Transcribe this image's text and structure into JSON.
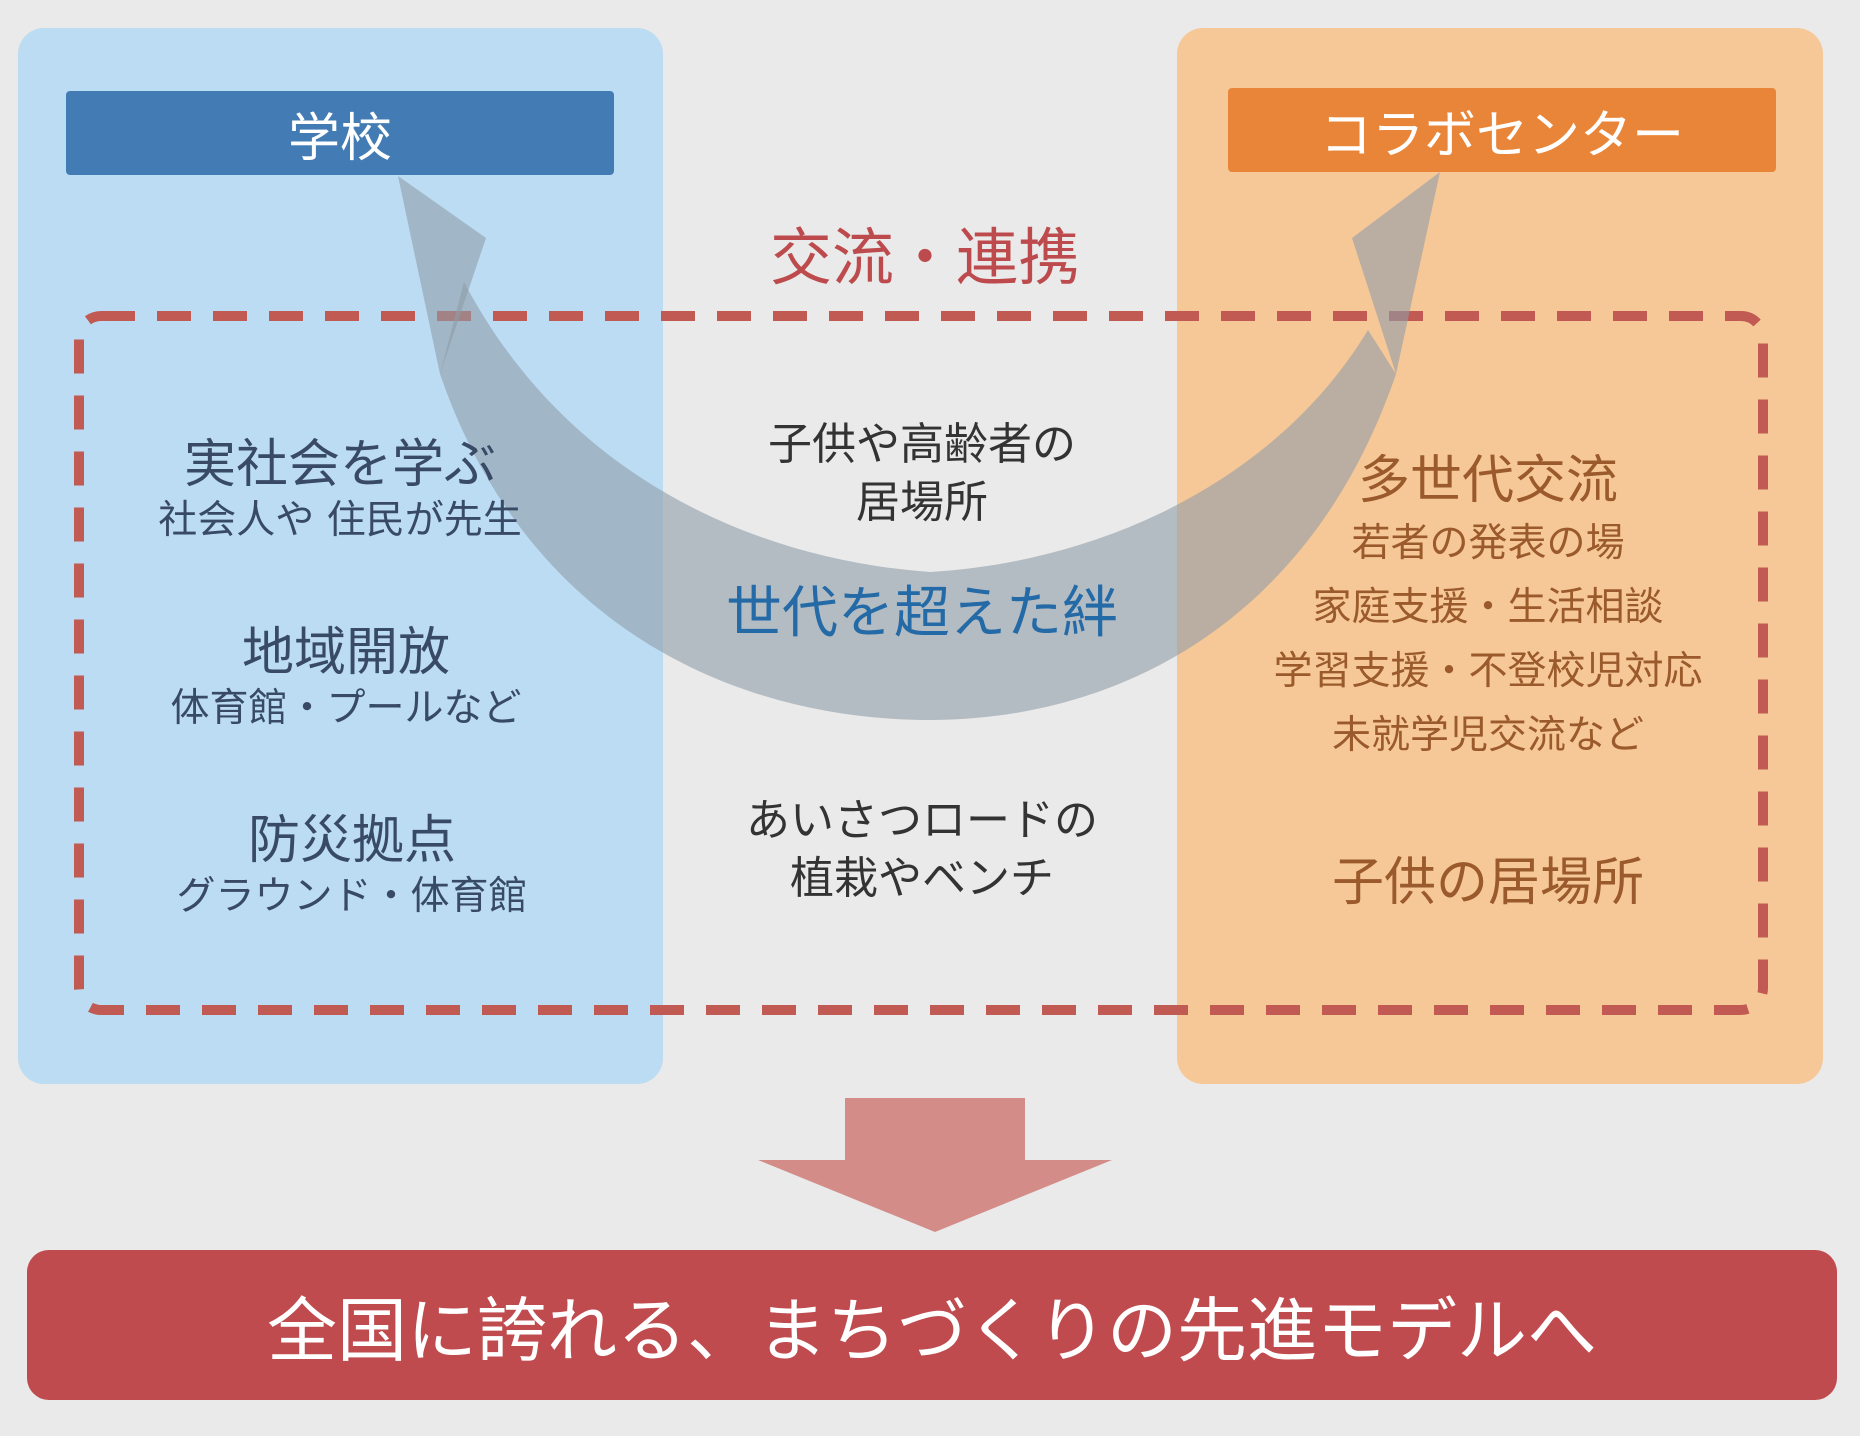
{
  "colors": {
    "background": "#eaeaea",
    "school_panel": "#bbdcf3",
    "school_header": "#437cb4",
    "center_panel": "#f7c897",
    "center_header": "#e98538",
    "dashed_border": "#c05a52",
    "exchange_text": "#bd4b4d",
    "bond_text": "#246aa6",
    "center_text": "#333333",
    "left_text": "#384a66",
    "right_text": "#9a5a2b",
    "arrow": "#8f9ca8",
    "down_arrow": "#d38c88",
    "result_box": "#bf4b4f"
  },
  "school": {
    "title": "学校",
    "items": [
      {
        "title": "実社会を学ぶ",
        "subs": [
          "社会人や 住民が先生"
        ]
      },
      {
        "title": "地域開放",
        "subs": [
          "体育館・プールなど"
        ]
      },
      {
        "title": "防災拠点",
        "subs": [
          "グラウンド・体育館"
        ]
      }
    ]
  },
  "collab_center": {
    "title": "コラボセンター",
    "items": [
      {
        "title": "多世代交流",
        "subs": [
          "若者の発表の場",
          "家庭支援・生活相談",
          "学習支援・不登校児対応",
          "未就学児交流など"
        ]
      },
      {
        "title": "子供の居場所",
        "subs": []
      }
    ]
  },
  "center": {
    "exchange_label": "交流・連携",
    "bond_label": "世代を超えた絆",
    "item1_lines": [
      "子供や高齢者の",
      "居場所"
    ],
    "item2_lines": [
      "あいさつロードの",
      "植栽やベンチ"
    ]
  },
  "result": "全国に誇れる、まちづくりの先進モデルへ"
}
